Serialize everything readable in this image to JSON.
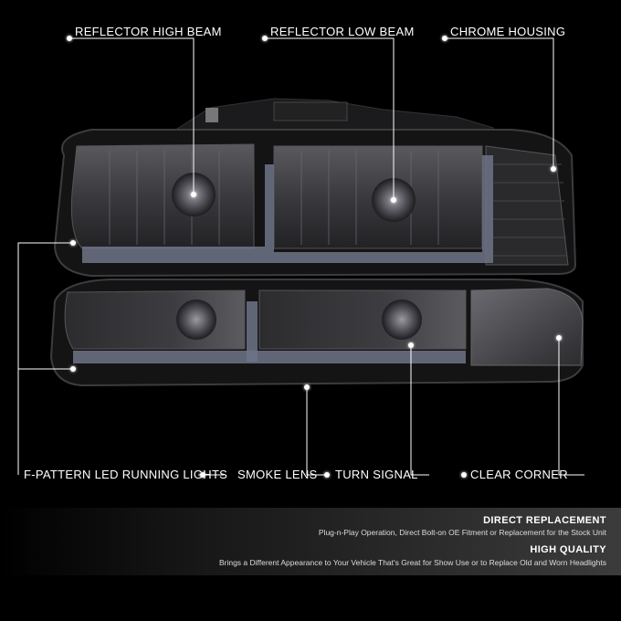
{
  "callouts": {
    "reflector_high_beam": "REFLECTOR HIGH BEAM",
    "reflector_low_beam": "REFLECTOR LOW BEAM",
    "chrome_housing": "CHROME HOUSING",
    "f_pattern_led": "F-PATTERN LED RUNNING LIGHTS",
    "smoke_lens": "SMOKE LENS",
    "turn_signal": "TURN SIGNAL",
    "clear_corner": "CLEAR CORNER"
  },
  "features": [
    {
      "title": "DIRECT REPLACEMENT",
      "text": "Plug-n-Play Operation, Direct Bolt-on OE Fitment or Replacement for the Stock Unit"
    },
    {
      "title": "HIGH QUALITY",
      "text": "Brings a Different Appearance to Your Vehicle That's Great for Show Use or to Replace Old and Worn Headlights"
    }
  ],
  "colors": {
    "background": "#000000",
    "callout_line": "#ffffff",
    "led_strip": "#6f7488",
    "lens_smoke": "#3a3a3c",
    "housing": "#1a1a1b"
  },
  "icons": {
    "callout_marker": "dot-icon"
  }
}
